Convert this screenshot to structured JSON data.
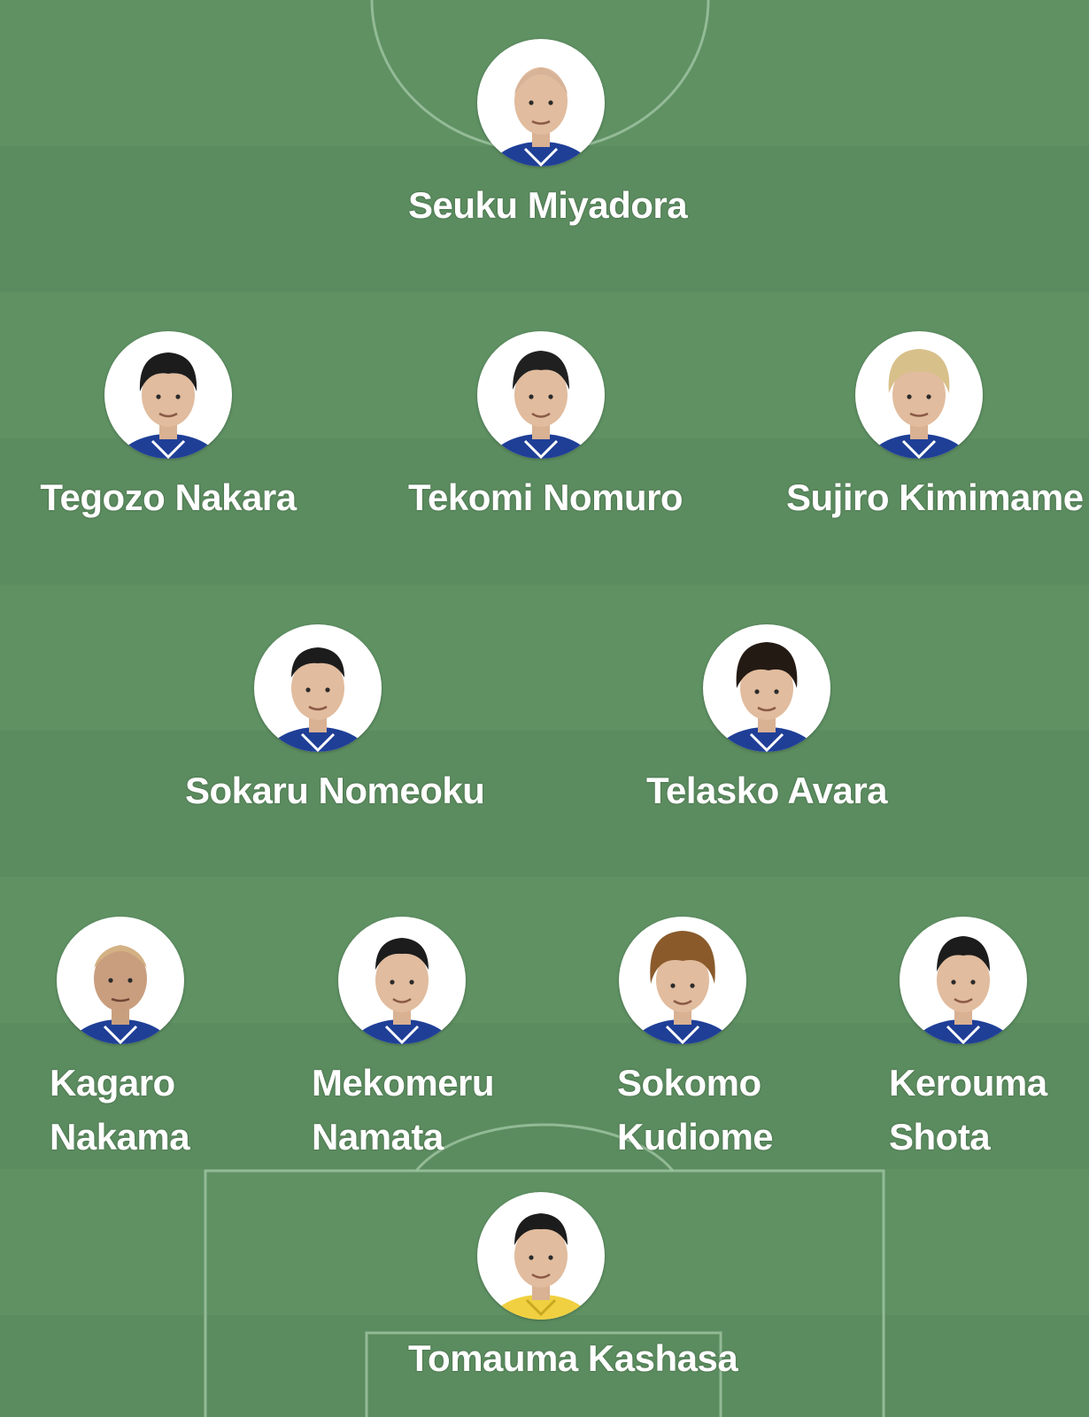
{
  "colors": {
    "pitch": "#5f9163",
    "pitch_alt": "#5b8c5f",
    "lines": "#9cc29f",
    "home_kit": "#1f3f97",
    "keeper_kit": "#f0d040",
    "name_text": "#ffffff"
  },
  "formation": {
    "forward": [
      {
        "name": "Seuku Miyadora",
        "kit": "home_kit"
      }
    ],
    "attacking_midfield": [
      {
        "name": "Tegozo Nakara",
        "kit": "home_kit"
      },
      {
        "name": "Tekomi Nomuro",
        "kit": "home_kit"
      },
      {
        "name": "Sujiro Kimimame",
        "kit": "home_kit"
      }
    ],
    "midfield": [
      {
        "name": "Sokaru Nomeoku",
        "kit": "home_kit"
      },
      {
        "name": "Telasko Avara",
        "kit": "home_kit"
      }
    ],
    "defense": [
      {
        "first": "Kagaro",
        "last": "Nakama",
        "kit": "home_kit"
      },
      {
        "first": "Mekomeru",
        "last": "Namata",
        "kit": "home_kit"
      },
      {
        "first": "Sokomo",
        "last": "Kudiome",
        "kit": "home_kit"
      },
      {
        "first": "Kerouma",
        "last": "Shota",
        "kit": "home_kit"
      }
    ],
    "goalkeeper": [
      {
        "name": "Tomauma Kashasa",
        "kit": "keeper_kit"
      }
    ]
  }
}
